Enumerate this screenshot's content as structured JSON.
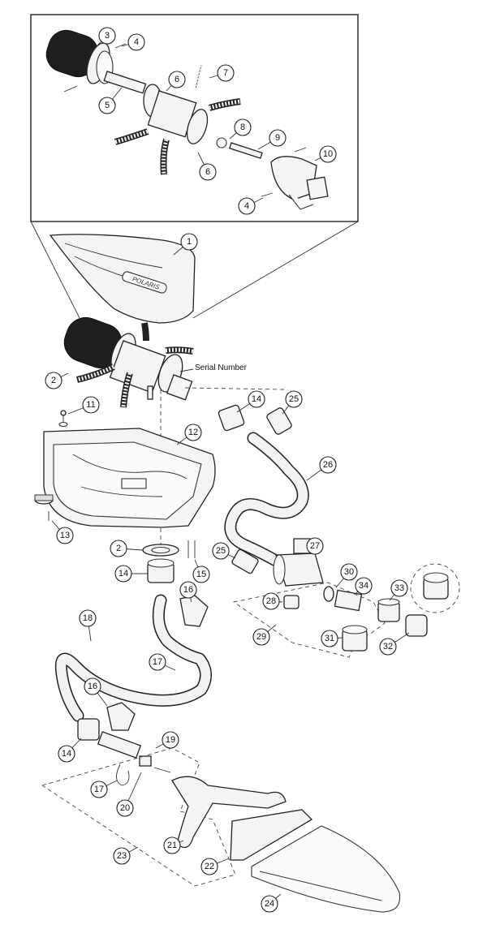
{
  "serial_label": "Serial Number",
  "brand_text": "POLARIS",
  "callouts": [
    "1",
    "2",
    "3",
    "4",
    "5",
    "6",
    "7",
    "8",
    "9",
    "10",
    "11",
    "12",
    "13",
    "14",
    "15",
    "16",
    "17",
    "18",
    "19",
    "20",
    "21",
    "22",
    "23",
    "24",
    "25",
    "26",
    "27",
    "28",
    "29",
    "30",
    "31",
    "32",
    "33",
    "34"
  ]
}
